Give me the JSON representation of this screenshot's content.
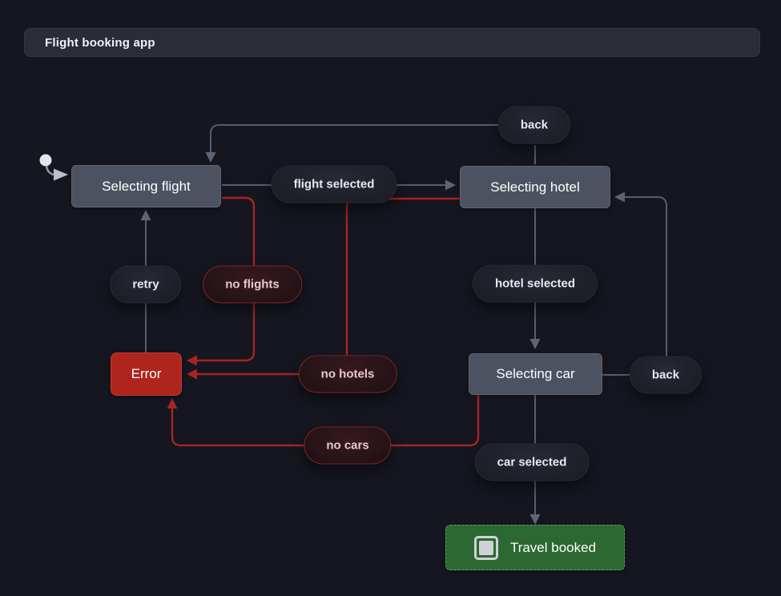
{
  "app": {
    "title_bar": {
      "label": "Flight booking app"
    }
  },
  "machine": {
    "initial_state": "Selecting flight",
    "states": {
      "selecting_flight": {
        "label": "Selecting flight",
        "type": "normal"
      },
      "selecting_hotel": {
        "label": "Selecting hotel",
        "type": "normal"
      },
      "selecting_car": {
        "label": "Selecting car",
        "type": "normal"
      },
      "error": {
        "label": "Error",
        "type": "error"
      },
      "travel_booked": {
        "label": "Travel booked",
        "type": "final",
        "icon": "final-state-icon"
      }
    },
    "events": {
      "back_top": {
        "label": "back",
        "kind": "default"
      },
      "flight_selected": {
        "label": "flight selected",
        "kind": "default"
      },
      "retry": {
        "label": "retry",
        "kind": "default"
      },
      "no_flights": {
        "label": "no flights",
        "kind": "error"
      },
      "hotel_selected": {
        "label": "hotel selected",
        "kind": "default"
      },
      "no_hotels": {
        "label": "no hotels",
        "kind": "error"
      },
      "back_right": {
        "label": "back",
        "kind": "default"
      },
      "no_cars": {
        "label": "no cars",
        "kind": "error"
      },
      "car_selected": {
        "label": "car selected",
        "kind": "default"
      }
    },
    "transitions": [
      {
        "from": "Selecting flight",
        "event": "flight selected",
        "to": "Selecting hotel",
        "color": "gray"
      },
      {
        "from": "Selecting flight",
        "event": "no flights",
        "to": "Error",
        "color": "red"
      },
      {
        "from": "Selecting hotel",
        "event": "back",
        "to": "Selecting flight",
        "color": "gray"
      },
      {
        "from": "Selecting hotel",
        "event": "hotel selected",
        "to": "Selecting car",
        "color": "gray"
      },
      {
        "from": "Selecting hotel",
        "event": "no hotels",
        "to": "Error",
        "color": "red"
      },
      {
        "from": "Selecting car",
        "event": "back",
        "to": "Selecting hotel",
        "color": "gray"
      },
      {
        "from": "Selecting car",
        "event": "car selected",
        "to": "Travel booked",
        "color": "gray"
      },
      {
        "from": "Selecting car",
        "event": "no cars",
        "to": "Error",
        "color": "red"
      },
      {
        "from": "Error",
        "event": "retry",
        "to": "Selecting flight",
        "color": "gray"
      }
    ],
    "colors": {
      "background": "#15161f",
      "title_bar": "#2b2c38",
      "state_node": "#4d5261",
      "error_node": "#b0241e",
      "final_node": "#2c6831",
      "edge_gray": "#565d6d",
      "edge_red": "#a52523",
      "event_pill": "#1d1e26",
      "event_pill_error": "#241217"
    }
  }
}
